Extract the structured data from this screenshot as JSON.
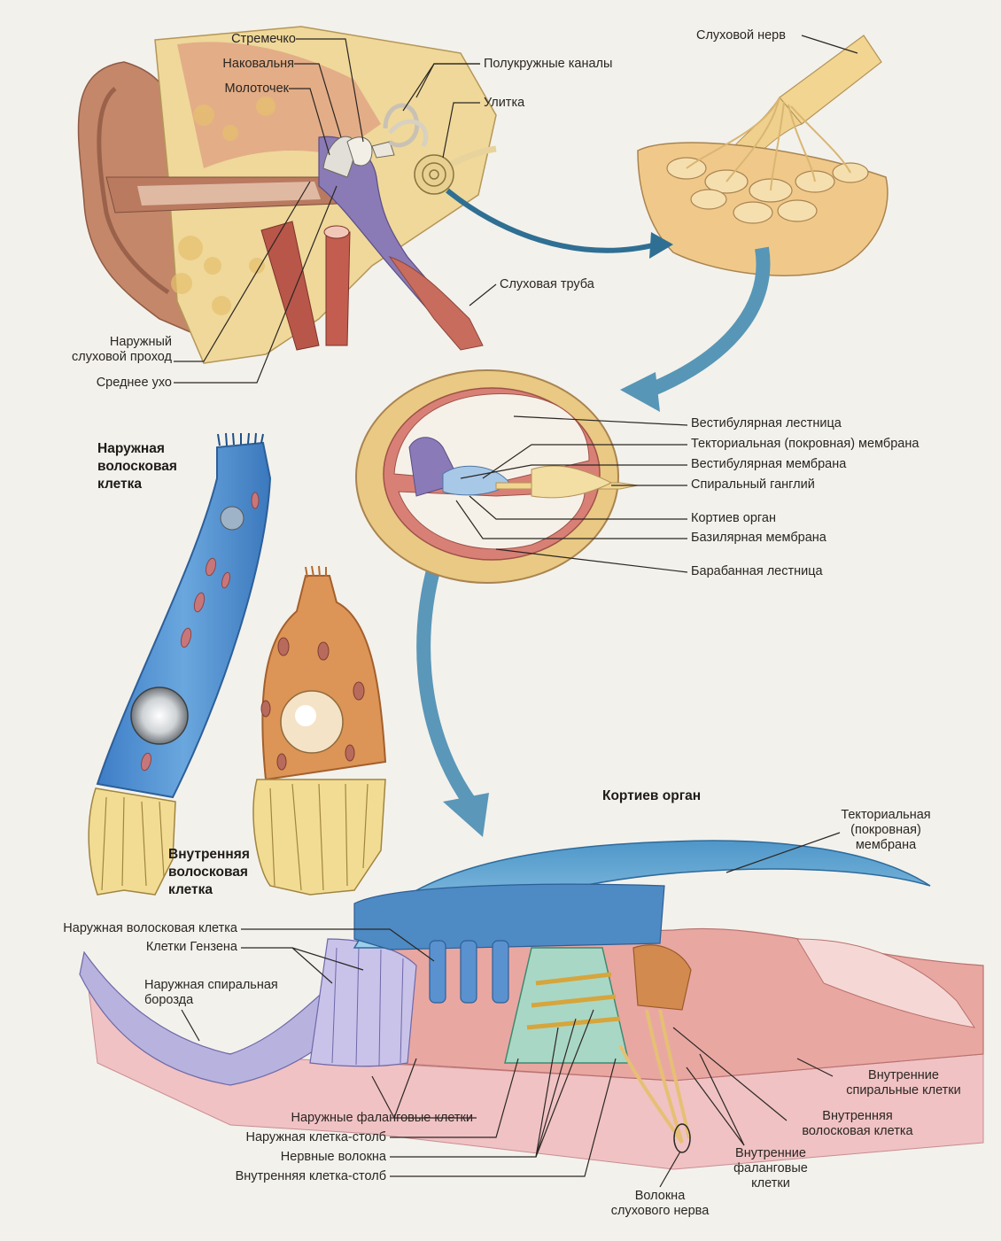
{
  "ear": {
    "labels": {
      "stapes": "Стремечко",
      "incus": "Наковальня",
      "malleus": "Молоточек",
      "semicircular_canals": "Полукружные каналы",
      "cochlea": "Улитка",
      "auditory_nerve": "Слуховой нерв",
      "eustachian_tube": "Слуховая труба",
      "ear_canal": "Наружный\nслуховой проход",
      "middle_ear": "Среднее ухо"
    }
  },
  "cochlea_section": {
    "labels": {
      "scala_vestibuli": "Вестибулярная лестница",
      "tectorial_membrane": "Текториальная (покровная) мембрана",
      "vestibular_membrane": "Вестибулярная мембрана",
      "spiral_ganglion": "Спиральный ганглий",
      "organ_of_corti": "Кортиев орган",
      "basilar_membrane": "Базилярная мембрана",
      "scala_tympani": "Барабанная лестница"
    }
  },
  "hair_cells": {
    "outer_title": "Наружная\nволосковая\nклетка",
    "inner_title": "Внутренняя\nволосковая\nклетка"
  },
  "organ_of_corti": {
    "title": "Кортиев орган",
    "labels": {
      "tectorial_membrane": "Текториальная\n(покровная)\nмембрана",
      "outer_hair_cell": "Наружная волосковая клетка",
      "hensen_cells": "Клетки Гензена",
      "outer_spiral_sulcus": "Наружная спиральная\nборозда",
      "outer_phalangeal_cells": "Наружные фаланговые клетки",
      "outer_pillar_cell": "Наружная клетка-столб",
      "nerve_fibers": "Нервные волокна",
      "inner_pillar_cell": "Внутренняя клетка-столб",
      "inner_spiral_cells": "Внутренние\nспиральные клетки",
      "inner_hair_cell": "Внутренняя\nволосковая клетка",
      "inner_phalangeal_cells": "Внутренние\nфаланговые клетки",
      "auditory_nerve_fibers": "Волокна\nслухового нерва"
    }
  },
  "colors": {
    "background": "#f3f1ec",
    "bone": "#efd89a",
    "skin": "#c98a6a",
    "membrane_blue": "#6ea9d4",
    "hair_cell_blue": "#4f8fd0",
    "inner_cell_orange": "#d98c4e",
    "tissue_pink": "#e9a7a2",
    "nerve_yellow": "#f1d590",
    "arrow_teal": "#3d7fa3"
  }
}
